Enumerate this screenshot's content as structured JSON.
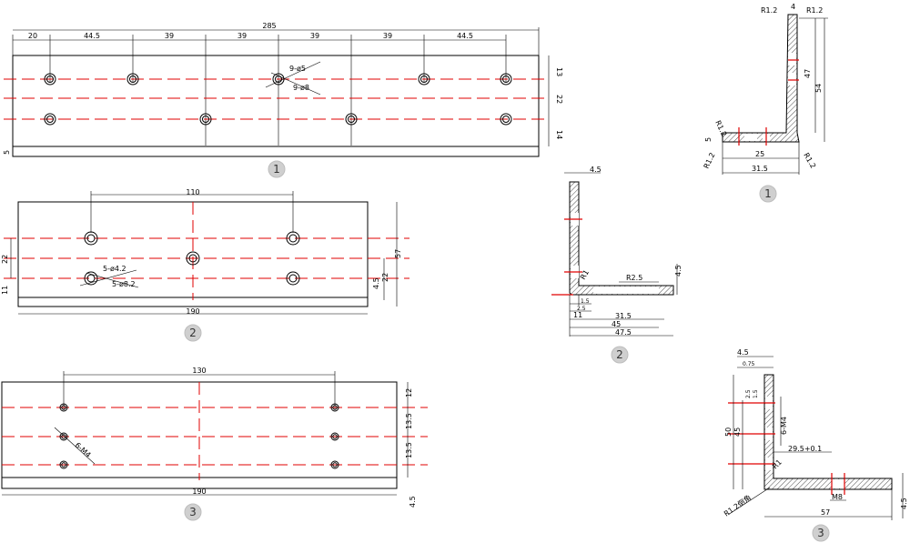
{
  "colors": {
    "line": "#000000",
    "centerline": "#e00000",
    "badge": "#cfcfcf"
  },
  "plate1": {
    "overall": "285",
    "segments": [
      "20",
      "44.5",
      "39",
      "39",
      "39",
      "39",
      "44.5"
    ],
    "right_dims": [
      "13",
      "22",
      "14"
    ],
    "left_dim": "5",
    "hole_note_a": "9-ø5",
    "hole_note_b": "9-ø8",
    "badge": "1"
  },
  "plate2": {
    "top_dim": "110",
    "bottom_dim": "190",
    "left_dims": [
      "22",
      "11"
    ],
    "right_dims": [
      "57",
      "22",
      "4.5"
    ],
    "hole_note_a": "5-ø4.2",
    "hole_note_b": "5-ø8.2",
    "badge": "2"
  },
  "plate3": {
    "top_dim": "130",
    "bottom_dim": "190",
    "right_dims": [
      "12",
      "13.5",
      "13.5"
    ],
    "bottom_right_dim": "4.5",
    "hole_note": "6-M4",
    "badge": "3"
  },
  "profile1": {
    "r_top_left": "R1.2",
    "top_dim": "4",
    "r_top_right": "R1.2",
    "right_dims": [
      "47",
      "54"
    ],
    "r_left": "R1.2",
    "left_dim": "5",
    "r_bottom_left": "R1.2",
    "r_bottom_right": "R1.2",
    "bottom_dims": [
      "25",
      "31.5"
    ],
    "badge": "1"
  },
  "profile2": {
    "top_dim": "4.5",
    "r_inner": "R1",
    "r_outer": "R2.5",
    "right_dim": "4.5",
    "small_dims": [
      "1.5",
      "2.5",
      "11"
    ],
    "bottom_dims": [
      "31.5",
      "45",
      "47.5"
    ],
    "badge": "2"
  },
  "profile3": {
    "top_dims": [
      "4.5",
      "0.75"
    ],
    "left_dims": [
      "50",
      "45"
    ],
    "small_dims": [
      "2.5",
      "1.5"
    ],
    "hole_note": "6-M4",
    "r_inner": "R1",
    "fit_dim": "29.5+0.1",
    "thread": "M8",
    "r_outer": "R1.2倒角",
    "bottom_dim": "57",
    "right_dim": "4.5",
    "badge": "3"
  }
}
